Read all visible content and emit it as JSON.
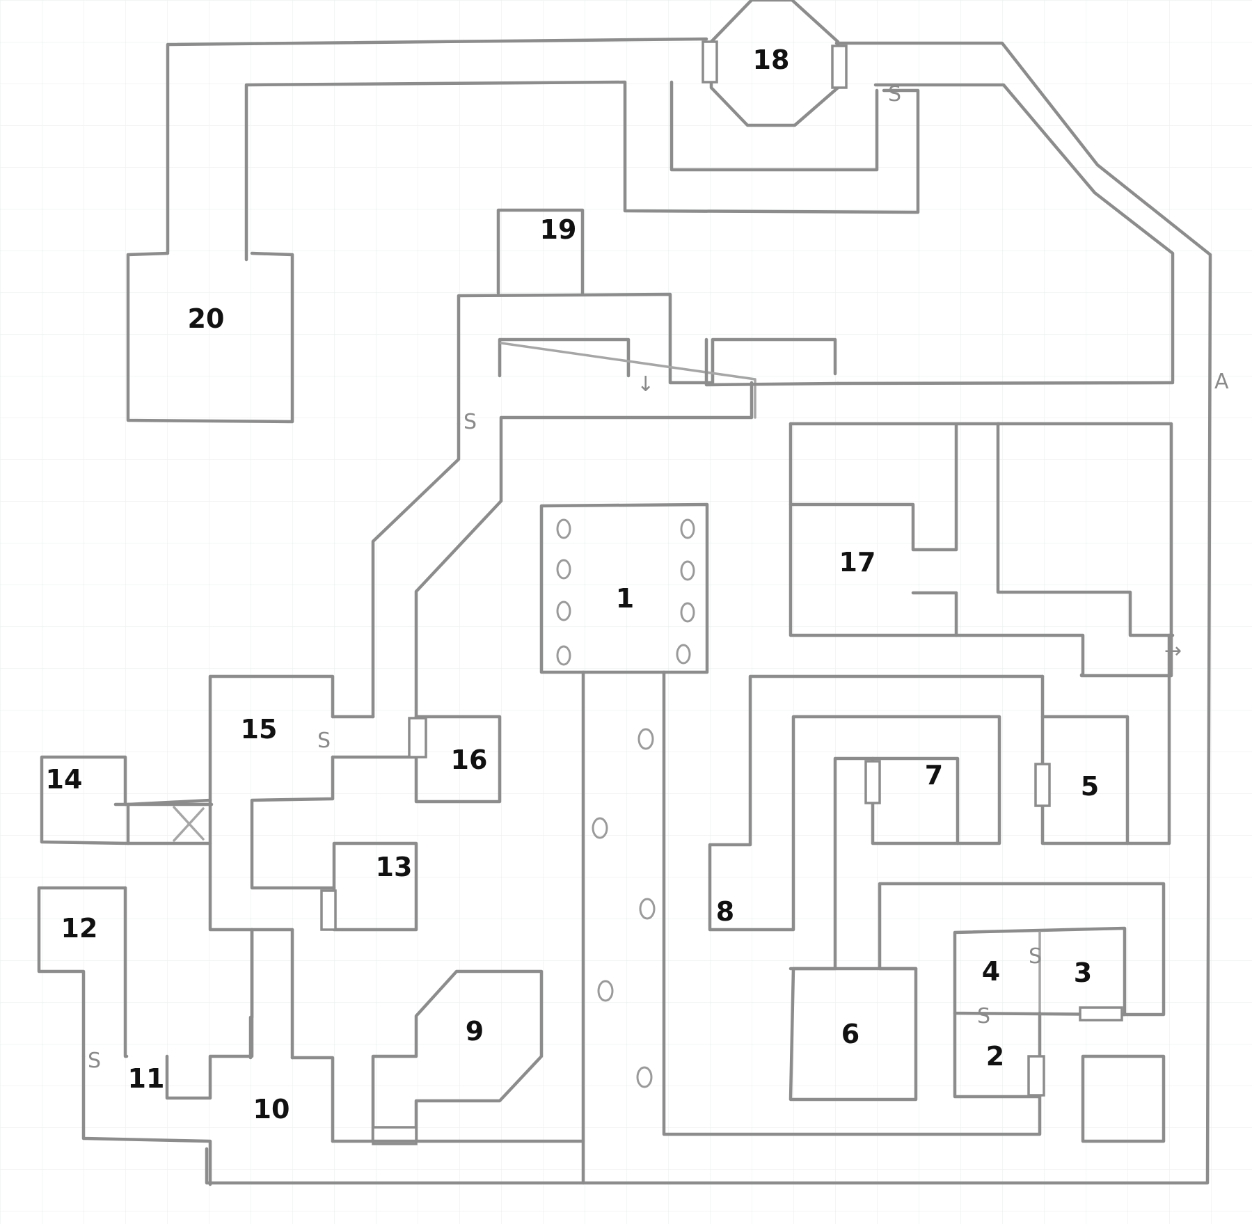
{
  "map": {
    "style": "hand-drawn pencil on graph paper",
    "colors": {
      "paper": "#ffffff",
      "grid": "#e9efee",
      "pencil": "#8c8c8c",
      "label": "#111111"
    },
    "rooms": [
      {
        "id": "room-1",
        "label": "1"
      },
      {
        "id": "room-2",
        "label": "2"
      },
      {
        "id": "room-3",
        "label": "3"
      },
      {
        "id": "room-4",
        "label": "4"
      },
      {
        "id": "room-5",
        "label": "5"
      },
      {
        "id": "room-6",
        "label": "6"
      },
      {
        "id": "room-7",
        "label": "7"
      },
      {
        "id": "room-8",
        "label": "8"
      },
      {
        "id": "room-9",
        "label": "9"
      },
      {
        "id": "room-10",
        "label": "10"
      },
      {
        "id": "room-11",
        "label": "11"
      },
      {
        "id": "room-12",
        "label": "12"
      },
      {
        "id": "room-13",
        "label": "13"
      },
      {
        "id": "room-14",
        "label": "14"
      },
      {
        "id": "room-15",
        "label": "15"
      },
      {
        "id": "room-16",
        "label": "16"
      },
      {
        "id": "room-17",
        "label": "17"
      },
      {
        "id": "room-18",
        "label": "18"
      },
      {
        "id": "room-19",
        "label": "19"
      },
      {
        "id": "room-20",
        "label": "20"
      }
    ],
    "symbols": {
      "secret_door": "S",
      "trap": "X",
      "stairs_arrow": "arrow-icon",
      "corridor_marker": "A",
      "pillar": "pillar-icon"
    }
  }
}
